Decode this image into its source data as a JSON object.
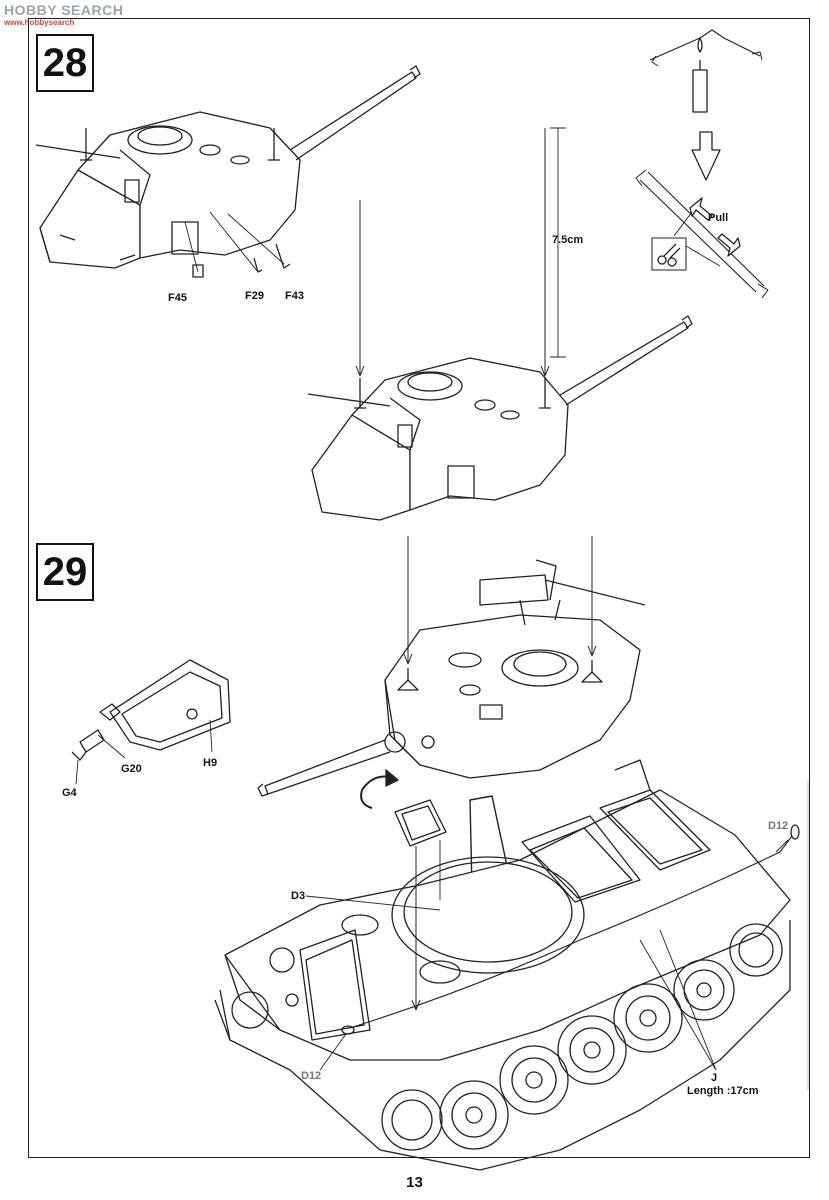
{
  "watermark": {
    "text": "HOBBY SEARCH",
    "sub": "www.hobbysearch"
  },
  "steps": [
    {
      "number": "28"
    },
    {
      "number": "29"
    }
  ],
  "step28": {
    "parts": {
      "f45": "F45",
      "f29": "F29",
      "f43": "F43"
    },
    "measure": "7.5cm",
    "pull": "Pull"
  },
  "step29": {
    "parts": {
      "h9": "H9",
      "g20": "G20",
      "g4": "G4",
      "d3": "D3",
      "d12_top": "D12",
      "d12_bottom": "D12",
      "j": "J"
    },
    "length_note": "Length :17cm"
  },
  "page_number": "13",
  "icons": [
    "candle-icon",
    "pull-arrow-icon",
    "scissors-icon",
    "rotate-arrow-icon",
    "down-arrow-icon"
  ]
}
